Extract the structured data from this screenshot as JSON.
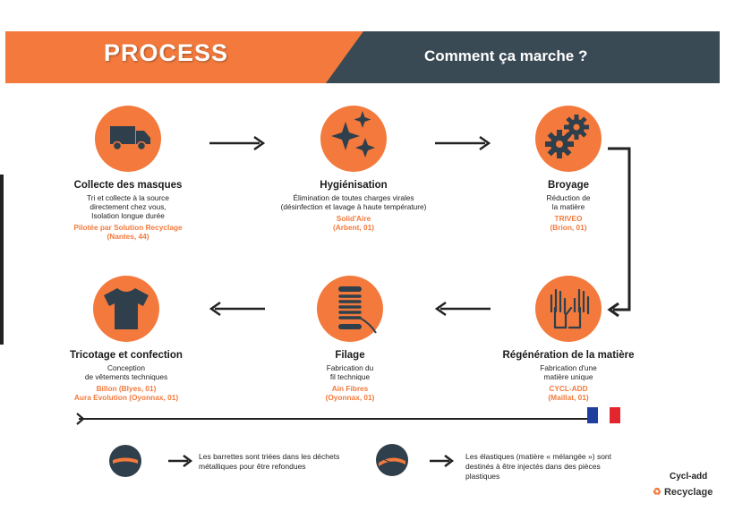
{
  "banner": {
    "title": "PROCESS",
    "subtitle": "Comment ça marche ?",
    "left_color": "#f37a3c",
    "right_color": "#3a4a55"
  },
  "steps": [
    {
      "icon": "truck-icon",
      "title": "Collecte des masques",
      "desc": "Tri et collecte à la source\ndirectement chez vous,\nIsolation longue durée",
      "org": "Pilotée par Solution Recyclage\n(Nantes, 44)"
    },
    {
      "icon": "sparkles-icon",
      "title": "Hygiénisation",
      "desc": "Élimination de toutes charges virales\n(désinfection et lavage à haute température)",
      "org": "Solid'Aire\n(Arbent, 01)"
    },
    {
      "icon": "gears-icon",
      "title": "Broyage",
      "desc": "Réduction de\nla matière",
      "org": "TRIVEO\n(Brion, 01)"
    },
    {
      "icon": "gloves-icon",
      "title": "Régénération de la matière",
      "desc": "Fabrication d'une\nmatière unique",
      "org": "CYCL-ADD\n(Maillat, 01)"
    },
    {
      "icon": "thread-spool-icon",
      "title": "Filage",
      "desc": "Fabrication du\nfil technique",
      "org": "Ain Fibres\n(Oyonnax, 01)"
    },
    {
      "icon": "tshirt-icon",
      "title": "Tricotage et confection",
      "desc": "Conception\nde vêtements techniques",
      "org": "Billon (Blyes, 01)\nAura Evolution (Oyonnax, 01)"
    }
  ],
  "legend": [
    {
      "icon": "nose-bar-icon",
      "text": "Les barrettes sont triées dans les déchets\nmétalliques pour être refondues"
    },
    {
      "icon": "elastic-icon",
      "text": "Les élastiques (matière « mélangée ») sont\ndestinés à être injectés dans des pièces\nplastiques"
    }
  ],
  "logos": {
    "cycl_add": "Cycl-add",
    "solution_recyclage": "Recyclage"
  },
  "colors": {
    "accent": "#f37a3c",
    "dark": "#2f3f4b",
    "flag_blue": "#1f3f9e",
    "flag_white": "#ffffff",
    "flag_red": "#e3262e"
  }
}
